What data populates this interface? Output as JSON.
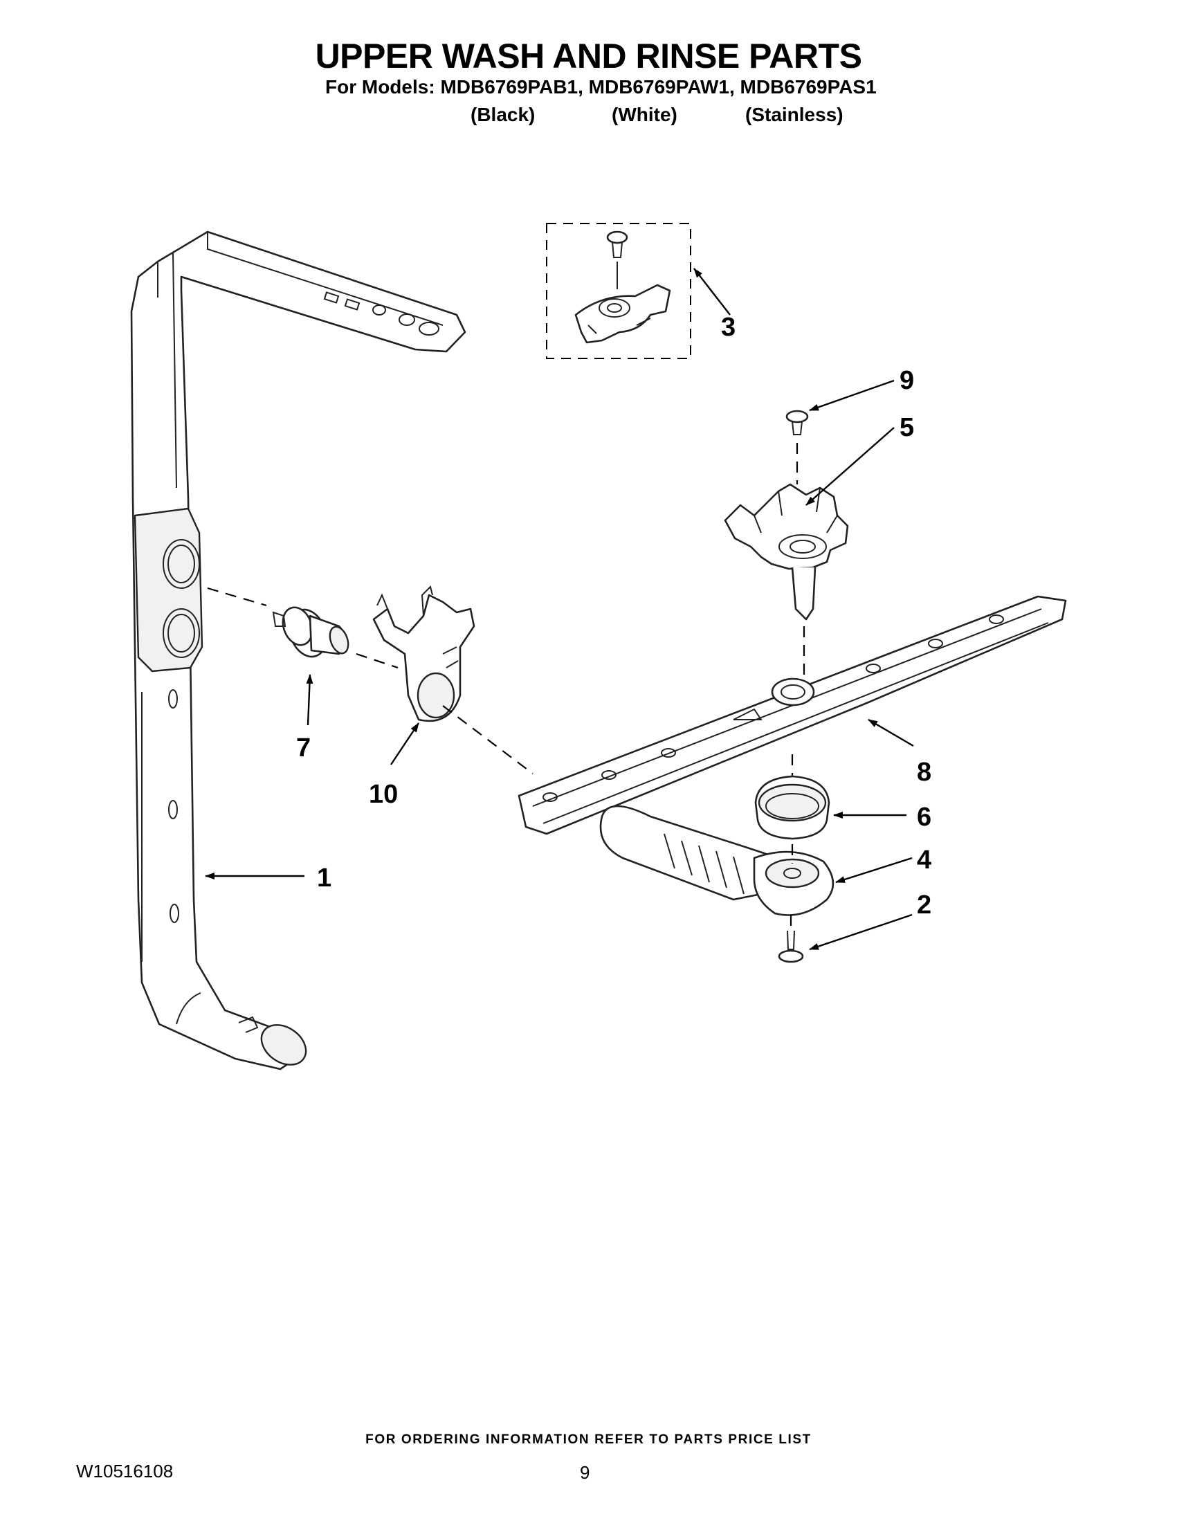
{
  "header": {
    "title": "UPPER WASH AND RINSE PARTS",
    "subtitle": "For Models: MDB6769PAB1, MDB6769PAW1, MDB6769PAS1",
    "variants": [
      "(Black)",
      "(White)",
      "(Stainless)"
    ]
  },
  "diagram": {
    "callouts": [
      "1",
      "2",
      "3",
      "4",
      "5",
      "6",
      "7",
      "8",
      "9",
      "10"
    ]
  },
  "footer": {
    "ordering_note": "FOR ORDERING INFORMATION REFER TO PARTS PRICE LIST",
    "document_number": "W10516108",
    "page_number": "9"
  }
}
